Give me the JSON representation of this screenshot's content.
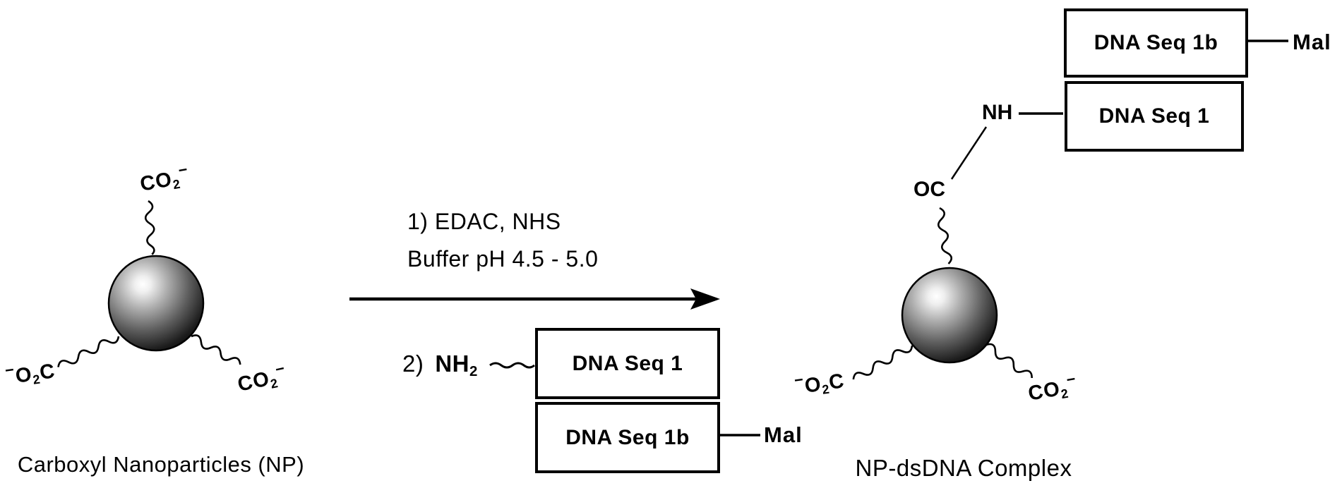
{
  "scheme": {
    "reactant": {
      "caption": "Carboxyl Nanoparticles (NP)",
      "top_group": {
        "main": "CO",
        "sub": "2",
        "charge": "−"
      },
      "left_group": {
        "charge": "−",
        "main": "O",
        "sub": "2",
        "tail": "C"
      },
      "right_group": {
        "main": "CO",
        "sub": "2",
        "charge": "−"
      }
    },
    "conditions": {
      "step1": "1) EDAC, NHS",
      "buffer": "Buffer pH 4.5 - 5.0",
      "step2_prefix": "2)",
      "amine": {
        "main": "NH",
        "sub": "2"
      },
      "seq1_label": "DNA Seq 1",
      "seq1b_label": "DNA Seq 1b",
      "mal_label": "Mal"
    },
    "product": {
      "caption": "NP-dsDNA Complex",
      "nh_label": "NH",
      "oc_label": "OC",
      "seq1b_label": "DNA Seq 1b",
      "seq1_label": "DNA Seq 1",
      "mal_label": "Mal",
      "left_group": {
        "charge": "−",
        "main": "O",
        "sub": "2",
        "tail": "C"
      },
      "right_group": {
        "main": "CO",
        "sub": "2",
        "charge": "−"
      }
    },
    "colors": {
      "ink": "#000000",
      "background": "#ffffff"
    }
  }
}
